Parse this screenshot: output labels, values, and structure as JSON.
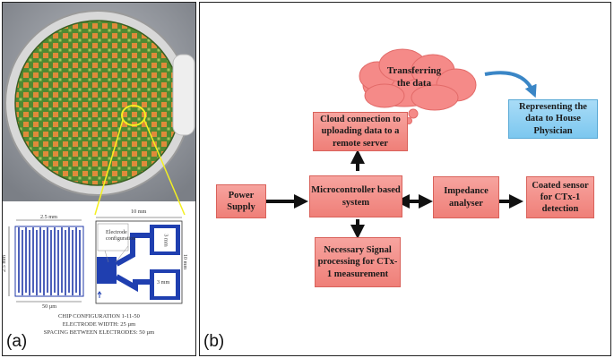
{
  "panel_a": {
    "label": "(a)",
    "left_chip": {
      "top_dim": "2.5 mm",
      "side_dim": "2.5 mm",
      "bottom_dim": "50 µm"
    },
    "right_chip": {
      "top_dim": "10 mm",
      "side_dim": "10 mm",
      "electrode_label": "Electrode configuration",
      "pad_top": "3 mm",
      "pad_bottom": "3 mm"
    },
    "caption_lines": [
      "CHIP CONFIGURATION 1-11-50",
      "ELECTRODE WIDTH: 25 µm",
      "SPACING BETWEEN ELECTRODES: 50 µm"
    ]
  },
  "panel_b": {
    "label": "(b)",
    "cloud": "Transferring the data",
    "boxes": {
      "power_supply": "Power Supply",
      "microcontroller": "Microcontroller based system",
      "cloud_connection": "Cloud connection to uploading data to a remote server",
      "signal_processing": "Necessary Signal processing for CTx-1 measurement",
      "impedance": "Impedance analyser",
      "sensor": "Coated sensor for CTx-1 detection",
      "physician": "Representing the data to House Physician"
    }
  },
  "colors": {
    "box_fill": "#f28c86",
    "box_border": "#d9625b",
    "physician_fill": "#8ccff2",
    "wafer_green": "#5f9a3c",
    "chip_blue": "#1f3fb0"
  }
}
